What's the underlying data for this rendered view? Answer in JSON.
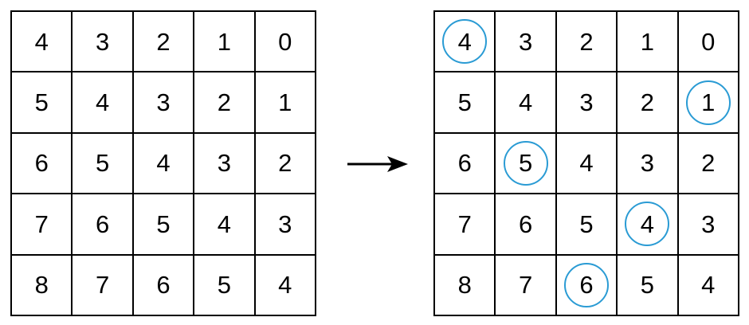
{
  "left_grid": {
    "rows": [
      [
        "4",
        "3",
        "2",
        "1",
        "0"
      ],
      [
        "5",
        "4",
        "3",
        "2",
        "1"
      ],
      [
        "6",
        "5",
        "4",
        "3",
        "2"
      ],
      [
        "7",
        "6",
        "5",
        "4",
        "3"
      ],
      [
        "8",
        "7",
        "6",
        "5",
        "4"
      ]
    ]
  },
  "right_grid": {
    "rows": [
      [
        "4",
        "3",
        "2",
        "1",
        "0"
      ],
      [
        "5",
        "4",
        "3",
        "2",
        "1"
      ],
      [
        "6",
        "5",
        "4",
        "3",
        "2"
      ],
      [
        "7",
        "6",
        "5",
        "4",
        "3"
      ],
      [
        "8",
        "7",
        "6",
        "5",
        "4"
      ]
    ],
    "circled_cells": [
      {
        "row": 0,
        "col": 0
      },
      {
        "row": 1,
        "col": 4
      },
      {
        "row": 2,
        "col": 1
      },
      {
        "row": 3,
        "col": 3
      },
      {
        "row": 4,
        "col": 2
      }
    ]
  },
  "colors": {
    "circle": "#2a9bd4",
    "grid_line": "#000000",
    "text": "#000000"
  }
}
